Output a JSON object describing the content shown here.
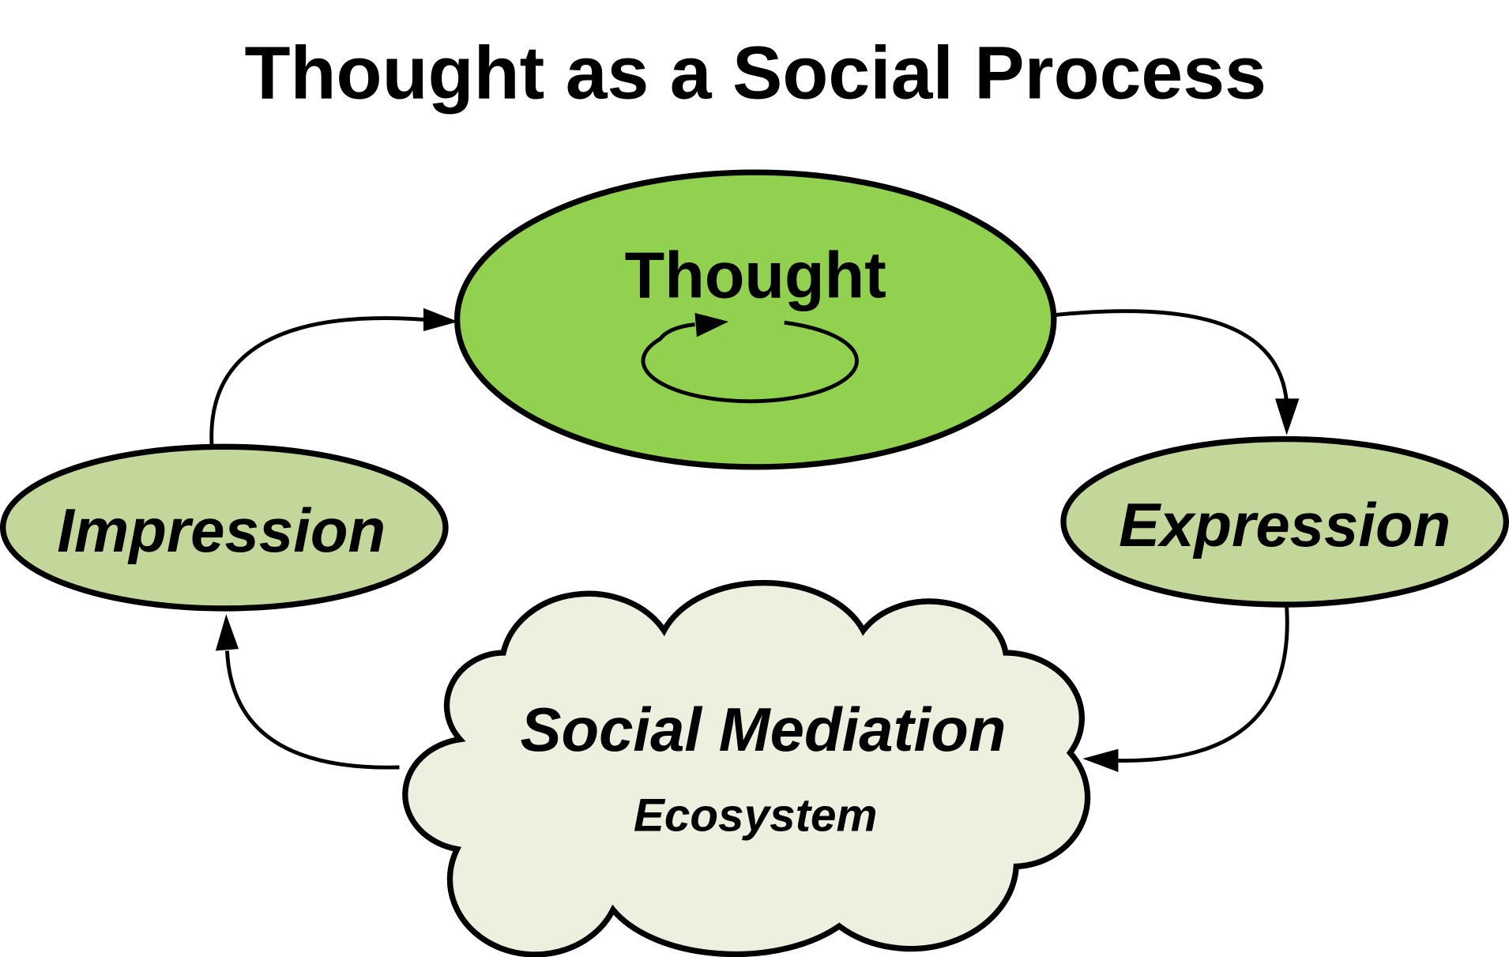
{
  "title": "Thought as a Social Process",
  "nodes": {
    "thought": {
      "label": "Thought",
      "color": "#92d050"
    },
    "impression": {
      "label": "Impression",
      "color": "#c4d79b"
    },
    "expression": {
      "label": "Expression",
      "color": "#c4d79b"
    },
    "social": {
      "label": "Social Mediation",
      "sublabel": "Ecosystem",
      "color": "#ebf1de"
    }
  },
  "edges": [
    {
      "from": "impression",
      "to": "thought"
    },
    {
      "from": "thought",
      "to": "thought"
    },
    {
      "from": "thought",
      "to": "expression"
    },
    {
      "from": "expression",
      "to": "social"
    },
    {
      "from": "social",
      "to": "impression"
    }
  ]
}
